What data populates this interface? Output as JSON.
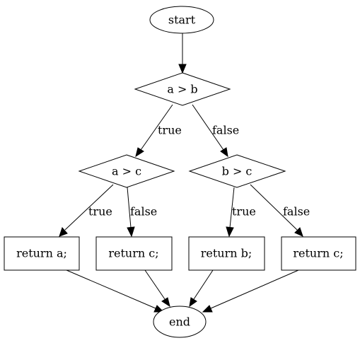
{
  "nodes": {
    "start": {
      "label": "start",
      "shape": "ellipse"
    },
    "cond_ab": {
      "label": "a > b",
      "shape": "diamond"
    },
    "cond_ac": {
      "label": "a > c",
      "shape": "diamond"
    },
    "cond_bc": {
      "label": "b > c",
      "shape": "diamond"
    },
    "ret_a": {
      "label": "return a;",
      "shape": "box"
    },
    "ret_c1": {
      "label": "return c;",
      "shape": "box"
    },
    "ret_b": {
      "label": "return b;",
      "shape": "box"
    },
    "ret_c2": {
      "label": "return c;",
      "shape": "box"
    },
    "end": {
      "label": "end",
      "shape": "ellipse"
    }
  },
  "edges": {
    "start_ab": {
      "from": "start",
      "to": "cond_ab",
      "label": ""
    },
    "ab_ac": {
      "from": "cond_ab",
      "to": "cond_ac",
      "label": "true"
    },
    "ab_bc": {
      "from": "cond_ab",
      "to": "cond_bc",
      "label": "false"
    },
    "ac_a": {
      "from": "cond_ac",
      "to": "ret_a",
      "label": "true"
    },
    "ac_c1": {
      "from": "cond_ac",
      "to": "ret_c1",
      "label": "false"
    },
    "bc_b": {
      "from": "cond_bc",
      "to": "ret_b",
      "label": "true"
    },
    "bc_c2": {
      "from": "cond_bc",
      "to": "ret_c2",
      "label": "false"
    },
    "a_end": {
      "from": "ret_a",
      "to": "end",
      "label": ""
    },
    "c1_end": {
      "from": "ret_c1",
      "to": "end",
      "label": ""
    },
    "b_end": {
      "from": "ret_b",
      "to": "end",
      "label": ""
    },
    "c2_end": {
      "from": "ret_c2",
      "to": "end",
      "label": ""
    }
  },
  "colors": {
    "stroke": "#000000",
    "fill": "#ffffff",
    "text": "#000000"
  }
}
